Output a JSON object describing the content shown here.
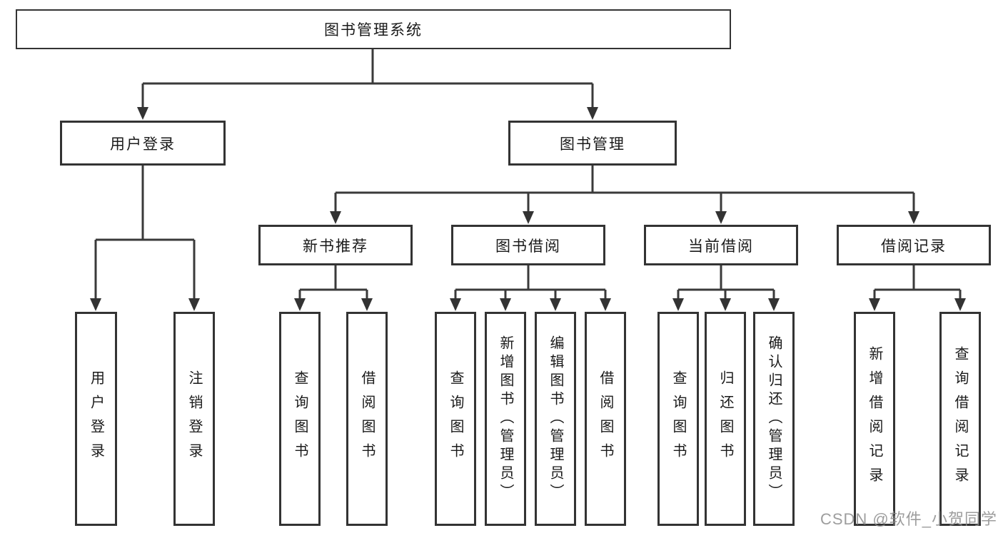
{
  "diagram_type": "hierarchy-tree",
  "colors": {
    "line": "#3a3a3a",
    "border": "#333333",
    "text": "#1a1a1a",
    "background": "#ffffff",
    "watermark": "#8c8c8c"
  },
  "watermark": {
    "text": "CSDN @软件_小贺同学"
  },
  "nodes": {
    "root": {
      "label": "图书管理系统"
    },
    "branches": [
      {
        "label": "用户登录",
        "children": [
          {
            "label": "用户登录"
          },
          {
            "label": "注销登录"
          }
        ]
      },
      {
        "label": "图书管理",
        "children": [
          {
            "label": "新书推荐",
            "children": [
              {
                "label": "查询图书"
              },
              {
                "label": "借阅图书"
              }
            ]
          },
          {
            "label": "图书借阅",
            "children": [
              {
                "label": "查询图书"
              },
              {
                "label": "新增图书（管理员）"
              },
              {
                "label": "编辑图书（管理员）"
              },
              {
                "label": "借阅图书"
              }
            ]
          },
          {
            "label": "当前借阅",
            "children": [
              {
                "label": "查询图书"
              },
              {
                "label": "归还图书"
              },
              {
                "label": "确认归还（管理员）"
              }
            ]
          },
          {
            "label": "借阅记录",
            "children": [
              {
                "label": "新增借阅记录"
              },
              {
                "label": "查询借阅记录"
              }
            ]
          }
        ]
      }
    ]
  }
}
